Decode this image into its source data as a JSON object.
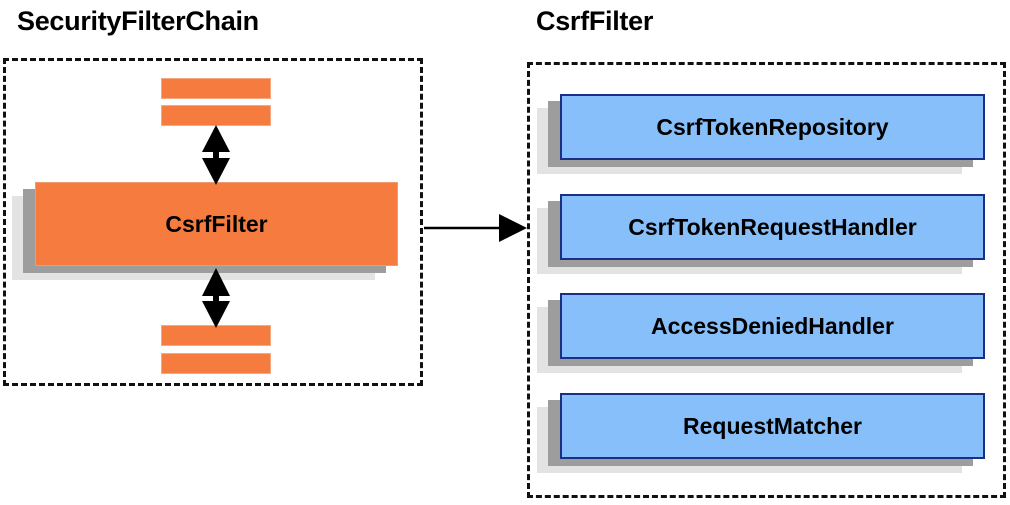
{
  "diagram": {
    "title_left": "SecurityFilterChain",
    "title_right": "CsrfFilter",
    "colors": {
      "orange_fill": "#F57B3E",
      "orange_border": "#F09A74",
      "blue_fill": "#87BFFA",
      "blue_border": "#1B2F86",
      "shadow_dark": "#9D9D9D",
      "shadow_light": "#E3E3E3",
      "dashed_border": "#111111",
      "text": "#000000",
      "background": "#FFFFFF"
    },
    "filter_chain": {
      "main_filter_label": "CsrfFilter",
      "bars_above": 2,
      "bars_below": 2
    },
    "collaborators": [
      {
        "label": "CsrfTokenRepository"
      },
      {
        "label": "CsrfTokenRequestHandler"
      },
      {
        "label": "AccessDeniedHandler"
      },
      {
        "label": "RequestMatcher"
      }
    ],
    "connectors": {
      "up_arrow": "double-headed-vertical",
      "down_arrow": "double-headed-vertical",
      "cross_arrow": "single-headed-horizontal"
    }
  }
}
